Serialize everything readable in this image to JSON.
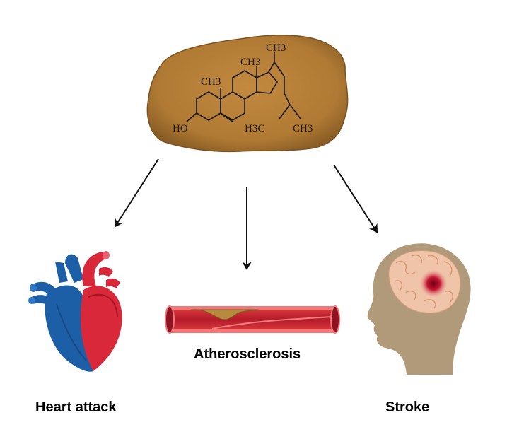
{
  "molecule": {
    "labels": {
      "ch3_top": "CH3",
      "ch3_mid": "CH3",
      "ch3_left": "CH3",
      "ho": "HO",
      "h3c": "H3C",
      "ch3_right": "CH3"
    }
  },
  "outcomes": [
    {
      "label": "Heart attack"
    },
    {
      "label": "Atherosclerosis"
    },
    {
      "label": "Stroke"
    }
  ],
  "colors": {
    "blob": "#b47f3a",
    "blob_dark": "#8a5e25",
    "artery_blue": "#1d5fa6",
    "artery_red": "#d8283a",
    "vessel": "#c8283a",
    "plaque": "#b88a3e",
    "head": "#b09a7a",
    "brain": "#f0c4a8",
    "stroke_spot": "#b0102a"
  }
}
